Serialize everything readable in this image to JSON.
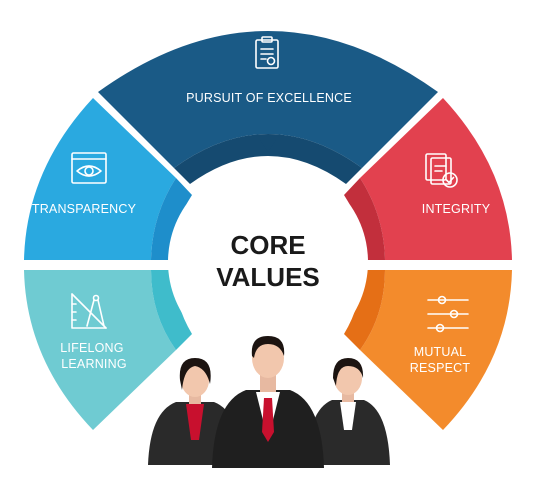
{
  "center": {
    "line1": "CORE",
    "line2": "VALUES"
  },
  "segments": {
    "excellence": {
      "label": "PURSUIT OF EXCELLENCE",
      "color": "#1a5a86",
      "inner_color": "#154a70",
      "icon": "clipboard-icon"
    },
    "integrity": {
      "label": "INTEGRITY",
      "color": "#e2414f",
      "inner_color": "#c22f3c",
      "icon": "document-check-icon"
    },
    "mutual_respect": {
      "label_line1": "MUTUAL",
      "label_line2": "RESPECT",
      "color": "#f38b2c",
      "inner_color": "#e56f16",
      "icon": "sliders-icon"
    },
    "lifelong_learning": {
      "label_line1": "LIFELONG",
      "label_line2": "LEARNING",
      "color": "#6fcbd2",
      "inner_color": "#3fbccb",
      "icon": "ruler-compass-icon"
    },
    "transparency": {
      "label": "TRANSPARENCY",
      "color": "#2aa9e0",
      "inner_color": "#1e8ecb",
      "icon": "eye-icon"
    }
  }
}
